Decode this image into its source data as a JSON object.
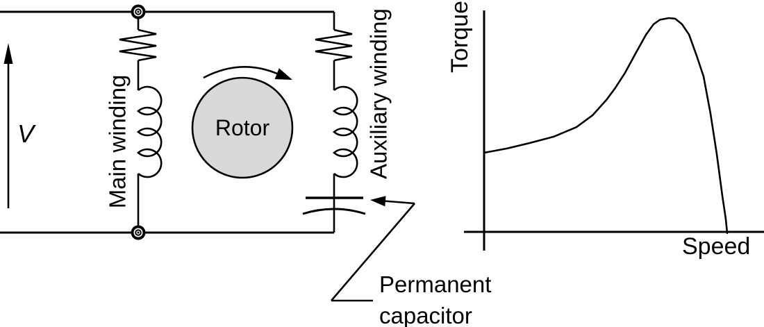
{
  "circuit": {
    "voltage_label": "V",
    "main_winding_label": "Main winding",
    "auxiliary_winding_label": "Auxiliary winding",
    "rotor_label": "Rotor",
    "rotor_rotation": "clockwise",
    "capacitor_callout": {
      "line1": "Permanent",
      "line2": "capacitor"
    }
  },
  "colors": {
    "line": "#000000",
    "rotor_fill": "#d8d8d8",
    "background": "#ffffff"
  },
  "chart_data": {
    "type": "line",
    "title": "",
    "xlabel": "Speed",
    "ylabel": "Torque",
    "x_range": [
      0,
      1
    ],
    "y_range": [
      0,
      1
    ],
    "grid": false,
    "legend": false,
    "description": "Torque-speed characteristic of a permanent-capacitor single-phase induction motor: moderate torque at zero speed, gradual concave rise, steeper climb after a slight knee, rounded peak near 76% of full speed, then steep drop to zero torque at full speed.",
    "series": [
      {
        "name": "torque_vs_speed",
        "points": [
          [
            0.0,
            0.37
          ],
          [
            0.094,
            0.39
          ],
          [
            0.189,
            0.416
          ],
          [
            0.286,
            0.445
          ],
          [
            0.38,
            0.49
          ],
          [
            0.446,
            0.545
          ],
          [
            0.503,
            0.617
          ],
          [
            0.537,
            0.669
          ],
          [
            0.58,
            0.744
          ],
          [
            0.623,
            0.834
          ],
          [
            0.666,
            0.922
          ],
          [
            0.697,
            0.971
          ],
          [
            0.723,
            0.992
          ],
          [
            0.76,
            1.0
          ],
          [
            0.786,
            0.997
          ],
          [
            0.814,
            0.971
          ],
          [
            0.843,
            0.923
          ],
          [
            0.874,
            0.825
          ],
          [
            0.903,
            0.727
          ],
          [
            0.931,
            0.555
          ],
          [
            0.957,
            0.364
          ],
          [
            0.98,
            0.169
          ],
          [
            0.994,
            0.062
          ],
          [
            1.0,
            -0.006
          ]
        ]
      }
    ]
  }
}
